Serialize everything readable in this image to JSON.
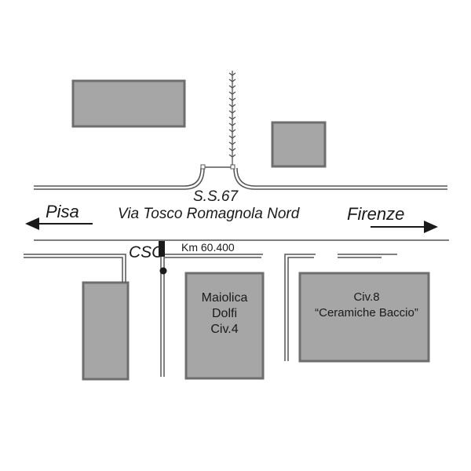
{
  "road": {
    "code": "S.S.67",
    "name": "Via Tosco Romagnola Nord"
  },
  "directions": {
    "left": "Pisa",
    "right": "Firenze"
  },
  "marker": {
    "label": "CSO",
    "km": "Km 60.400"
  },
  "buildings": [
    {
      "lines": [
        "Maiolica",
        "Dolfi",
        "Civ.4"
      ]
    },
    {
      "lines": [
        "Civ.8",
        "“Ceramiche Baccio”"
      ]
    }
  ],
  "colors": {
    "building_fill": "#a6a6a6",
    "building_border": "#6e6e6e",
    "line": "#555555",
    "ink": "#1a1a1a"
  }
}
